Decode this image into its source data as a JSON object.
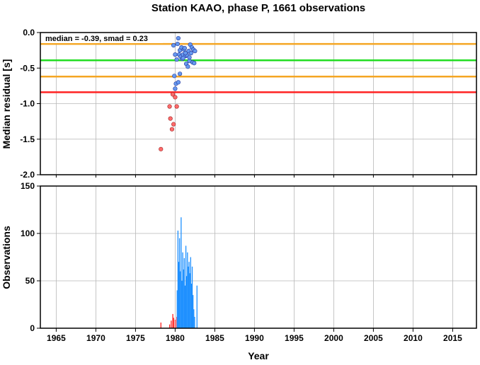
{
  "title": "Station KAAO, phase P, 1661 observations",
  "colors": {
    "median_line": "#22dd22",
    "smad_lines": "#f5a623",
    "threshold_line": "#ff2222",
    "good_point": "#6699ee",
    "bad_point": "#ff6b6b",
    "good_bar": "#1e90ff",
    "bad_bar": "#ff2020"
  },
  "chart_data": [
    {
      "type": "scatter",
      "ylabel": "Median residual [s]",
      "annotation": "median = -0.39, smad = 0.23",
      "xlim": [
        1963,
        2018
      ],
      "ylim": [
        -2.0,
        0.0
      ],
      "yticks": [
        "0.0",
        "-0.5",
        "-1.0",
        "-1.5",
        "-2.0"
      ],
      "ytick_values": [
        0.0,
        -0.5,
        -1.0,
        -1.5,
        -2.0
      ],
      "grid": true,
      "hlines": [
        {
          "name": "median",
          "y": -0.39,
          "color": "#22dd22"
        },
        {
          "name": "median + smad",
          "y": -0.16,
          "color": "#f5a623"
        },
        {
          "name": "median - smad",
          "y": -0.62,
          "color": "#f5a623"
        },
        {
          "name": "threshold",
          "y": -0.84,
          "color": "#ff2222"
        }
      ],
      "points_good": [
        [
          1979.8,
          -0.18
        ],
        [
          1980.0,
          -0.31
        ],
        [
          1980.2,
          -0.38
        ],
        [
          1980.3,
          -0.16
        ],
        [
          1980.4,
          -0.08
        ],
        [
          1980.5,
          -0.31
        ],
        [
          1980.6,
          -0.25
        ],
        [
          1980.7,
          -0.34
        ],
        [
          1980.8,
          -0.21
        ],
        [
          1980.9,
          -0.37
        ],
        [
          1981.0,
          -0.31
        ],
        [
          1981.1,
          -0.24
        ],
        [
          1981.2,
          -0.22
        ],
        [
          1981.3,
          -0.33
        ],
        [
          1981.4,
          -0.44
        ],
        [
          1981.5,
          -0.32
        ],
        [
          1981.6,
          -0.48
        ],
        [
          1981.7,
          -0.26
        ],
        [
          1981.8,
          -0.4
        ],
        [
          1981.9,
          -0.17
        ],
        [
          1982.0,
          -0.29
        ],
        [
          1982.1,
          -0.21
        ],
        [
          1982.2,
          -0.42
        ],
        [
          1982.3,
          -0.24
        ],
        [
          1982.5,
          -0.26
        ],
        [
          1982.4,
          -0.43
        ],
        [
          1979.9,
          -0.61
        ],
        [
          1980.0,
          -0.79
        ],
        [
          1980.1,
          -0.72
        ],
        [
          1980.4,
          -0.7
        ],
        [
          1980.6,
          -0.58
        ],
        [
          1981.0,
          -0.36
        ],
        [
          1981.3,
          -0.29
        ],
        [
          1981.8,
          -0.35
        ]
      ],
      "points_bad": [
        [
          1978.2,
          -1.64
        ],
        [
          1979.3,
          -1.04
        ],
        [
          1979.4,
          -1.21
        ],
        [
          1979.6,
          -1.36
        ],
        [
          1979.8,
          -1.29
        ],
        [
          1979.7,
          -0.87
        ],
        [
          1980.0,
          -0.91
        ],
        [
          1980.2,
          -1.04
        ]
      ]
    },
    {
      "type": "bar",
      "xlabel": "Year",
      "ylabel": "Observations",
      "xlim": [
        1963,
        2018
      ],
      "ylim": [
        0,
        150
      ],
      "yticks": [
        "0",
        "50",
        "100",
        "150"
      ],
      "ytick_values": [
        0,
        50,
        100,
        150
      ],
      "xticks": [
        "1965",
        "1970",
        "1975",
        "1980",
        "1985",
        "1990",
        "1995",
        "2000",
        "2005",
        "2010",
        "2015"
      ],
      "xtick_values": [
        1965,
        1970,
        1975,
        1980,
        1985,
        1990,
        1995,
        2000,
        2005,
        2010,
        2015
      ],
      "grid": true,
      "bars_bad": [
        [
          1978.2,
          6
        ],
        [
          1979.3,
          4
        ],
        [
          1979.5,
          8
        ],
        [
          1979.7,
          15
        ],
        [
          1979.8,
          11
        ],
        [
          1980.0,
          9
        ],
        [
          1980.2,
          12
        ]
      ],
      "bars_good": [
        [
          1980.25,
          40
        ],
        [
          1980.35,
          103
        ],
        [
          1980.45,
          70
        ],
        [
          1980.55,
          95
        ],
        [
          1980.65,
          60
        ],
        [
          1980.75,
          117
        ],
        [
          1980.85,
          50
        ],
        [
          1980.95,
          80
        ],
        [
          1981.05,
          62
        ],
        [
          1981.15,
          74
        ],
        [
          1981.25,
          45
        ],
        [
          1981.35,
          87
        ],
        [
          1981.45,
          55
        ],
        [
          1981.55,
          80
        ],
        [
          1981.65,
          65
        ],
        [
          1981.75,
          70
        ],
        [
          1981.85,
          58
        ],
        [
          1981.95,
          75
        ],
        [
          1982.05,
          47
        ],
        [
          1982.15,
          65
        ],
        [
          1982.25,
          35
        ],
        [
          1982.35,
          20
        ],
        [
          1982.45,
          12
        ],
        [
          1982.75,
          45
        ]
      ]
    }
  ]
}
